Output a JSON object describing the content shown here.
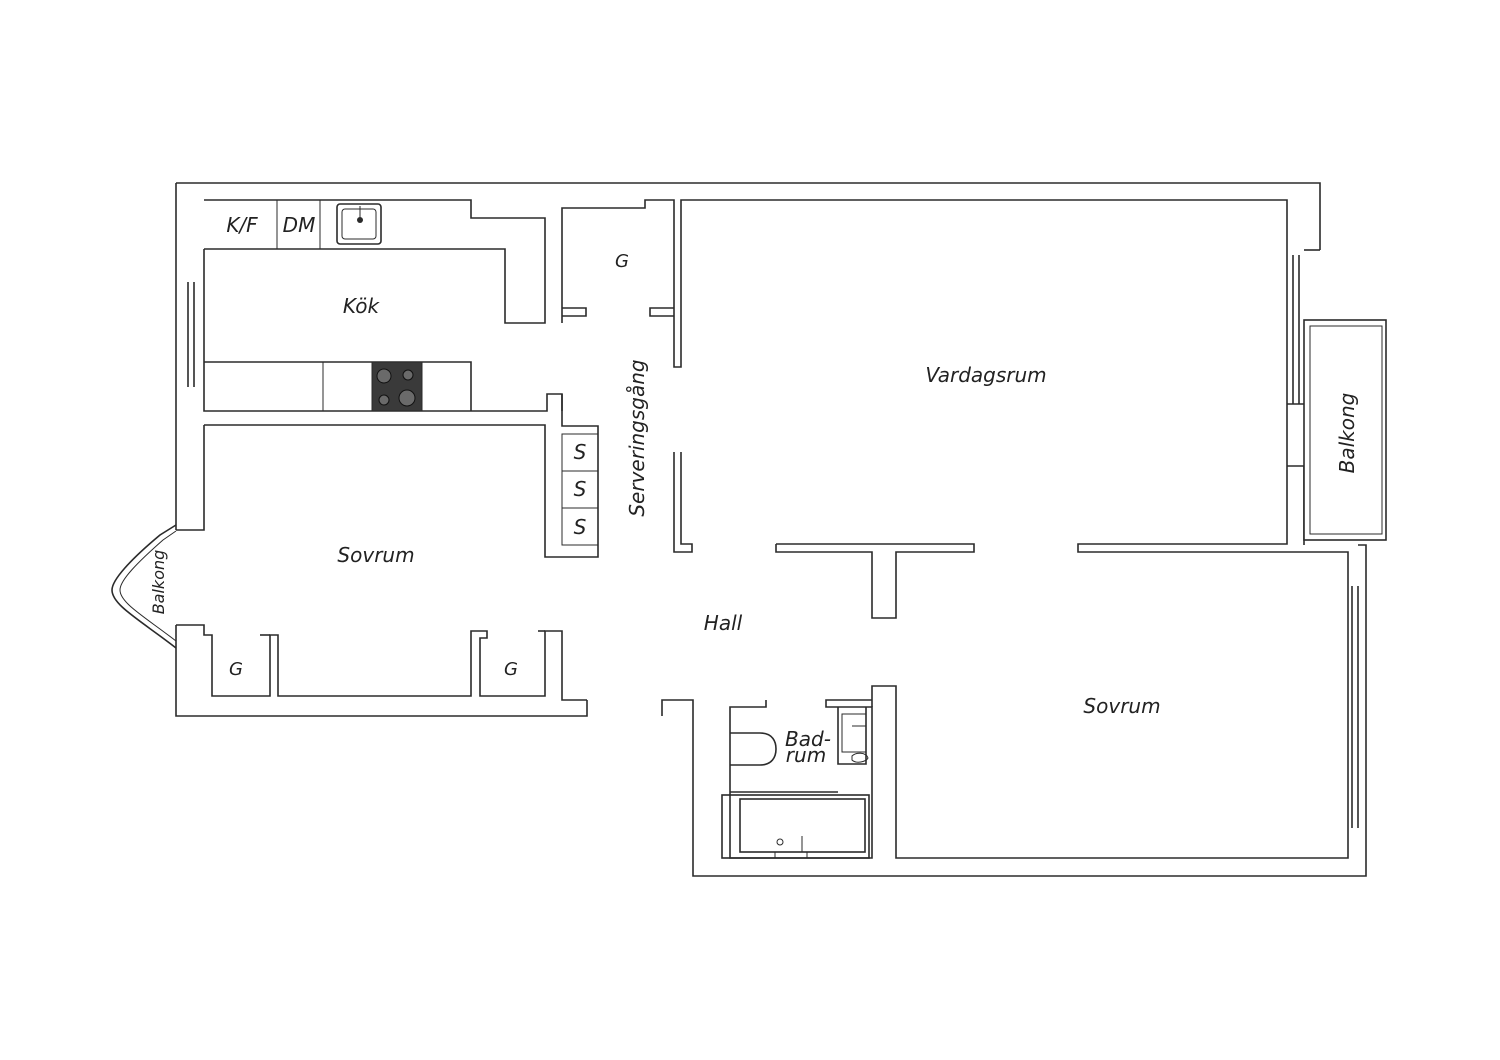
{
  "rooms": {
    "kok": "Kök",
    "vardagsrum": "Vardagsrum",
    "sovrum_left": "Sovrum",
    "sovrum_right": "Sovrum",
    "hall": "Hall",
    "serveringsgang": "Serveringsgång",
    "badrum_line1": "Bad-",
    "badrum_line2": "rum",
    "balkong_right": "Balkong",
    "balkong_left": "Balkong"
  },
  "fixtures": {
    "kf": "K/F",
    "dm": "DM",
    "closet_g1": "G",
    "closet_g2": "G",
    "closet_g3": "G",
    "storage_s1": "S",
    "storage_s2": "S",
    "storage_s3": "S"
  },
  "colors": {
    "wall": "#2b2b2b",
    "stove": "#3a3a3a",
    "background": "#ffffff"
  }
}
